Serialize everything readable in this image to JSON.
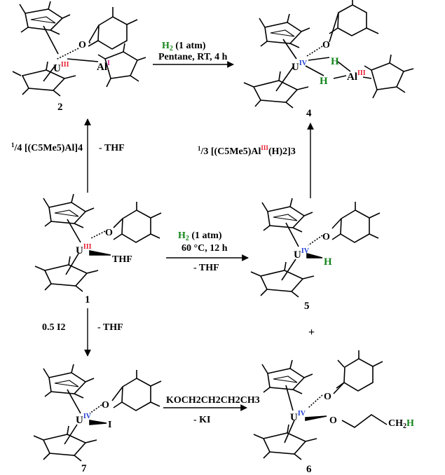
{
  "compounds": {
    "c1": {
      "number": "1",
      "metal": "U",
      "ox": "III",
      "ligand": "THF"
    },
    "c2": {
      "number": "2",
      "metal": "U",
      "ox": "III",
      "partner": "Al",
      "partner_ox": "I"
    },
    "c4": {
      "number": "4",
      "metal": "U",
      "ox": "IV",
      "partner": "Al",
      "partner_ox": "III",
      "h_upper": "H",
      "h_lower": "H"
    },
    "c5": {
      "number": "5",
      "metal": "U",
      "ox": "IV",
      "hydride": "H"
    },
    "c6": {
      "number": "6",
      "metal": "U",
      "ox": "IV",
      "tail": "CH",
      "tail_sub": "2",
      "tail_h": "H"
    },
    "c7": {
      "number": "7",
      "metal": "U",
      "ox": "IV",
      "halide": "I"
    }
  },
  "atoms": {
    "oxygen": "O"
  },
  "reactions": {
    "r2to4": {
      "h2": "H",
      "h2_sub": "2",
      "h2_rest": " (1 atm)",
      "line2": "Pentane, RT, 4 h"
    },
    "r1to5": {
      "h2": "H",
      "h2_sub": "2",
      "h2_rest": " (1 atm)",
      "line2": "60 °C, 12 h",
      "below": "- THF"
    },
    "r1to2": {
      "frac_num": "1",
      "frac_den": "/4",
      "reagent": " [(C5Me5)Al]4",
      "byproduct": "- THF"
    },
    "r5to4": {
      "frac_num": "1",
      "frac_den": "/3",
      "reagent_a": " [(C5Me5)Al",
      "reagent_ox": "III",
      "reagent_b": "(H)2]3"
    },
    "r1to7": {
      "reagent": "0.5 I2",
      "byproduct": "- THF"
    },
    "r7to6": {
      "reagent": "KOCH2CH2CH2CH3",
      "byproduct": "- KI"
    },
    "plus": "+"
  },
  "colors": {
    "oxidation_iii": "#e8192c",
    "oxidation_iv": "#1f3fd4",
    "hydrogen": "#13851b",
    "aluminum_i": "#d6189a",
    "ink": "#000000"
  }
}
